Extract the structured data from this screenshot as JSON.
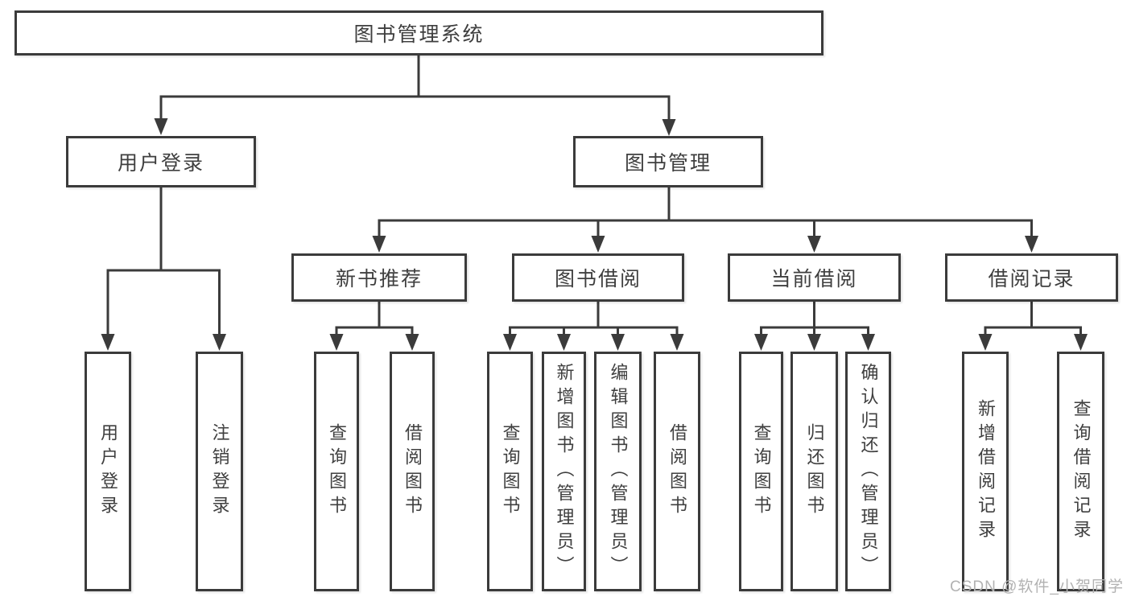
{
  "watermark": "CSDN @软件_小贺同学",
  "colors": {
    "line": "#3b3b3b",
    "box_border": "#3b3b3b",
    "text": "#3f3f3f",
    "background": "#ffffff",
    "watermark": "#b2b2b2"
  },
  "tree": {
    "root": {
      "label": "图书管理系统",
      "children": [
        {
          "label": "用户登录",
          "children": [
            {
              "label": "用户登录"
            },
            {
              "label": "注销登录"
            }
          ]
        },
        {
          "label": "图书管理",
          "children": [
            {
              "label": "新书推荐",
              "children": [
                {
                  "label": "查询图书"
                },
                {
                  "label": "借阅图书"
                }
              ]
            },
            {
              "label": "图书借阅",
              "children": [
                {
                  "label": "查询图书"
                },
                {
                  "label": "新增图书（管理员）"
                },
                {
                  "label": "编辑图书（管理员）"
                },
                {
                  "label": "借阅图书"
                }
              ]
            },
            {
              "label": "当前借阅",
              "children": [
                {
                  "label": "查询图书"
                },
                {
                  "label": "归还图书"
                },
                {
                  "label": "确认归还（管理员）"
                }
              ]
            },
            {
              "label": "借阅记录",
              "children": [
                {
                  "label": "新增借阅记录"
                },
                {
                  "label": "查询借阅记录"
                }
              ]
            }
          ]
        }
      ]
    }
  }
}
